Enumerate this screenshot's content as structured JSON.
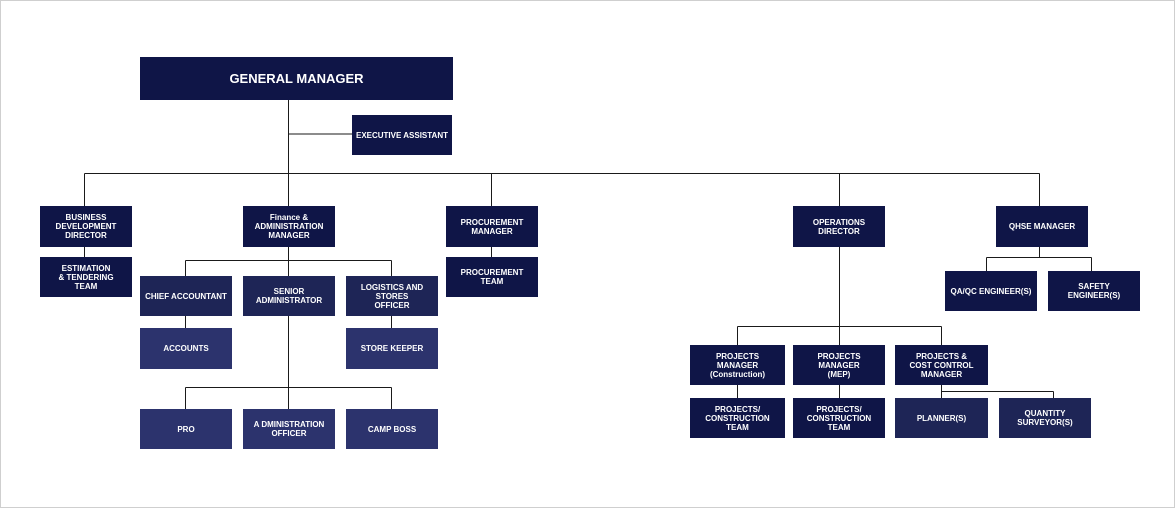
{
  "colors": {
    "dark": "#0f1547",
    "mid": "#1e2556",
    "light": "#2c336d",
    "line": "#1a1a1a"
  },
  "nodes": {
    "general_manager": [
      "GENERAL MANAGER"
    ],
    "executive_assistant": [
      "EXECUTIVE  ASSISTANT"
    ],
    "business_development_director": [
      "BUSINESS",
      "DEVELOPMENT",
      "DIRECTOR"
    ],
    "estimation_tendering_team": [
      "ESTIMATION",
      "& TENDERING",
      "TEAM"
    ],
    "finance_admin_manager": [
      "Finance &",
      "ADMINISTRATION",
      "MANAGER"
    ],
    "chief_accountant": [
      "CHIEF ACCOUNTANT"
    ],
    "senior_administrator": [
      "SENIOR ADMINISTRATOR"
    ],
    "logistics_stores_officer": [
      "LOGISTICS AND STORES",
      "OFFICER"
    ],
    "accounts": [
      "ACCOUNTS"
    ],
    "store_keeper": [
      "STORE KEEPER"
    ],
    "pro": [
      "PRO"
    ],
    "administration_officer": [
      "A DMINISTRATION",
      "OFFICER"
    ],
    "camp_boss": [
      "CAMP BOSS"
    ],
    "procurement_manager": [
      "PROCUREMENT",
      "MANAGER"
    ],
    "procurement_team": [
      "PROCUREMENT",
      "TEAM"
    ],
    "operations_director": [
      "OPERATIONS",
      "DIRECTOR"
    ],
    "projects_manager_construction": [
      "PROJECTS",
      "MANAGER",
      "(Construction)"
    ],
    "projects_manager_mep": [
      "PROJECTS",
      "MANAGER",
      "(MEP)"
    ],
    "projects_cost_control_manager": [
      "PROJECTS &",
      "COST CONTROL",
      "MANAGER"
    ],
    "projects_construction_team_1": [
      "PROJECTS/",
      "CONSTRUCTION",
      "TEAM"
    ],
    "projects_construction_team_2": [
      "PROJECTS/",
      "CONSTRUCTION",
      "TEAM"
    ],
    "planners": [
      "PLANNER(S)"
    ],
    "quantity_surveyors": [
      "QUANTITY",
      "SURVEYOR(S)"
    ],
    "qhse_manager": [
      "QHSE MANAGER"
    ],
    "qa_qc_engineers": [
      "QA/QC ENGINEER(S)"
    ],
    "safety_engineers": [
      "SAFETY ENGINEER(S)"
    ]
  }
}
